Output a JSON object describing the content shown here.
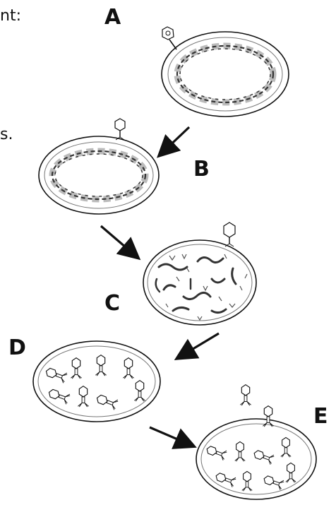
{
  "snippets": {
    "top": "nt:",
    "middle": "s."
  },
  "stages": [
    {
      "label": "A"
    },
    {
      "label": "B"
    },
    {
      "label": "C"
    },
    {
      "label": "D"
    },
    {
      "label": "E"
    }
  ],
  "colors": {
    "ink": "#111111",
    "cell_fill": "#ffffff",
    "dna": "#333333",
    "dna_light": "#bbbbbb"
  }
}
